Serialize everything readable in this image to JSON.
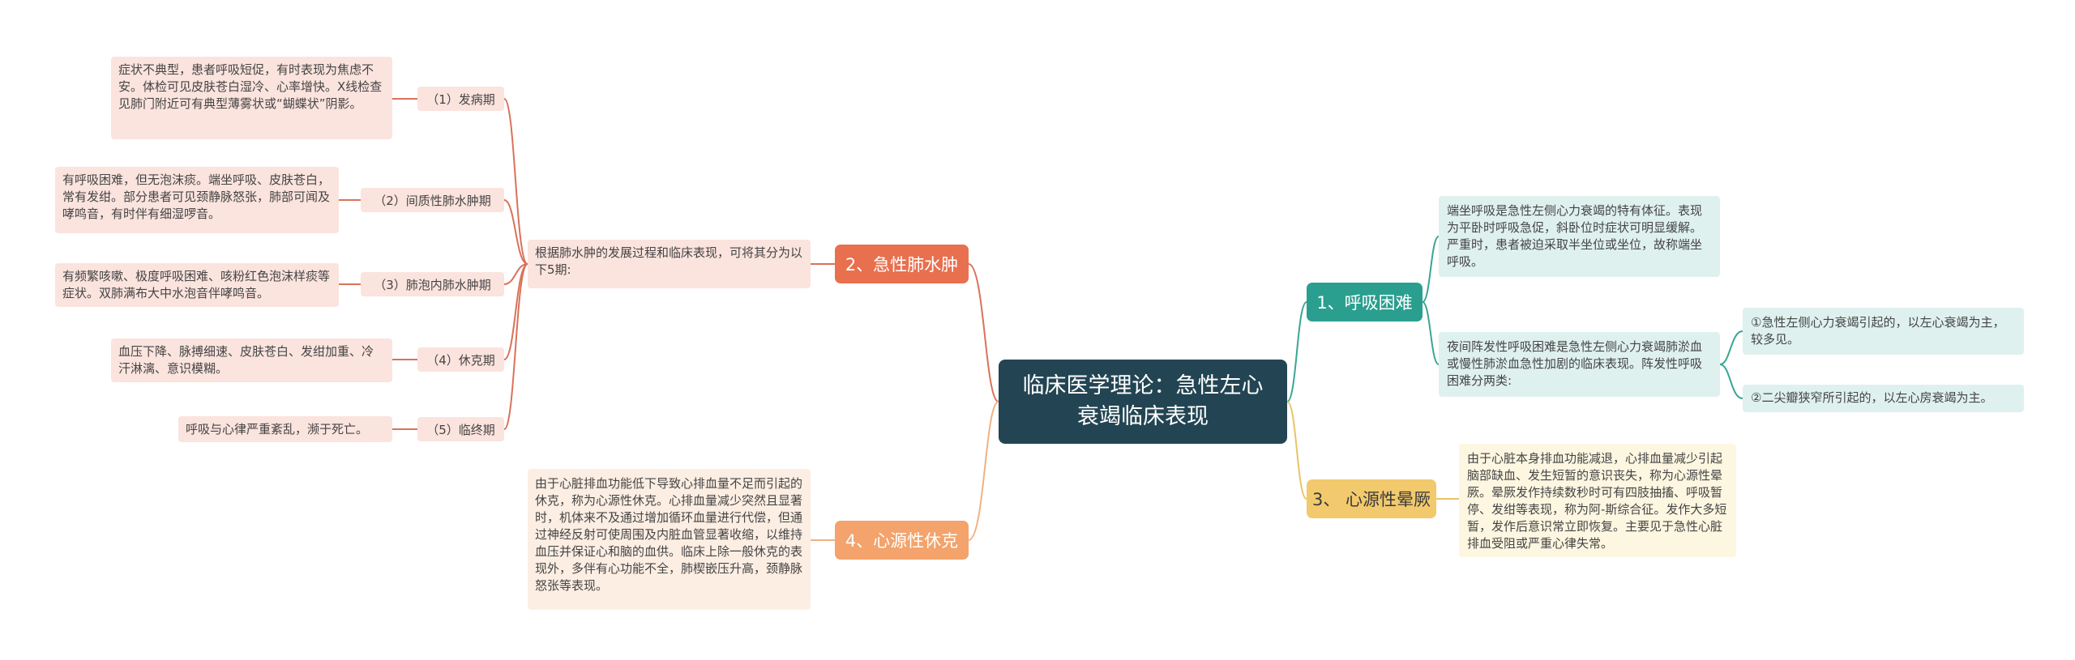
{
  "root": {
    "title": "临床医学理论：急性左心衰竭临床表现"
  },
  "branches": {
    "edema": {
      "label": "2、急性肺水肿",
      "intro": "根据肺水肿的发展过程和临床表现，可将其分为以下5期:",
      "stages": [
        {
          "label": "（1）发病期",
          "detail": "症状不典型，患者呼吸短促，有时表现为焦虑不安。体检可见皮肤苍白湿冷、心率增快。X线检查见肺门附近可有典型薄雾状或“蝴蝶状”阴影。"
        },
        {
          "label": "（2）间质性肺水肿期",
          "detail": "有呼吸困难，但无泡沫痰。端坐呼吸、皮肤苍白，常有发绀。部分患者可见颈静脉怒张，肺部可闻及哮鸣音，有时伴有细湿啰音。"
        },
        {
          "label": "（3）肺泡内肺水肿期",
          "detail": "有频繁咳嗽、极度呼吸困难、咳粉红色泡沫样痰等症状。双肺满布大中水泡音伴哮鸣音。"
        },
        {
          "label": "（4）休克期",
          "detail": "血压下降、脉搏细速、皮肤苍白、发绀加重、冷汗淋漓、意识模糊。"
        },
        {
          "label": "（5）临终期",
          "detail": "呼吸与心律严重紊乱，濒于死亡。"
        }
      ]
    },
    "shock": {
      "label": "4、心源性休克",
      "detail": "由于心脏排血功能低下导致心排血量不足而引起的休克，称为心源性休克。心排血量减少突然且显著时，机体来不及通过增加循环血量进行代偿，但通过神经反射可使周围及内脏血管显著收缩，以维持血压并保证心和脑的血供。临床上除一般休克的表现外，多伴有心功能不全，肺楔嵌压升高，颈静脉怒张等表现。"
    },
    "dyspnea": {
      "label": "1、呼吸困难",
      "orthopnea": "端坐呼吸是急性左侧心力衰竭的特有体征。表现为平卧时呼吸急促，斜卧位时症状可明显缓解。严重时，患者被迫采取半坐位或坐位，故称端坐呼吸。",
      "paroxysmal": "夜间阵发性呼吸困难是急性左侧心力衰竭肺淤血或慢性肺淤血急性加剧的临床表现。阵发性呼吸困难分两类:",
      "types": [
        "①急性左侧心力衰竭引起的，以左心衰竭为主，较多见。",
        "②二尖瓣狭窄所引起的，以左心房衰竭为主。"
      ]
    },
    "syncope": {
      "label": "3、 心源性晕厥",
      "detail": "由于心脏本身排血功能减退，心排血量减少引起脑部缺血、发生短暂的意识丧失，称为心源性晕厥。晕厥发作持续数秒时可有四肢抽搐、呼吸暂停、发绀等表现，称为阿-斯综合征。发作大多短暂，发作后意识常立即恢复。主要见于急性心脏排血受阻或严重心律失常。"
    }
  },
  "colors": {
    "root": "#234553",
    "edema": "#e8704e",
    "shock": "#f3a36b",
    "dyspnea": "#2b9f8f",
    "syncope": "#f2c96d",
    "edema_line": "#d9725a",
    "shock_line": "#f0b184",
    "dyspnea_line": "#3aa595",
    "syncope_line": "#e9c468"
  }
}
